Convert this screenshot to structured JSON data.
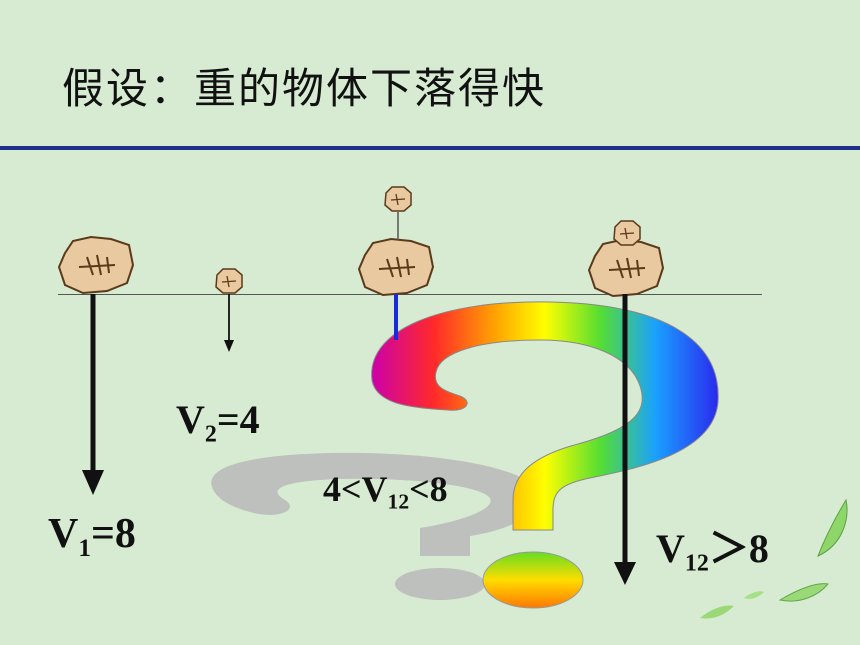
{
  "slide": {
    "title": "假设：重的物体下落得快"
  },
  "labels": {
    "v1": {
      "symbol": "V",
      "sub": "1",
      "rest": "=8"
    },
    "v2": {
      "symbol": "V",
      "sub": "2",
      "rest": "=4"
    },
    "v12_range": {
      "prefix": "4<",
      "symbol": "V",
      "sub": "12",
      "rest": "<8"
    },
    "v12_gt": {
      "symbol": "V",
      "sub": "12",
      "rest": "＞8"
    }
  },
  "colors": {
    "background": "#d6ebd2",
    "title_rule": "#1f2f8a",
    "connector": "#1a2ad8"
  },
  "icons": [
    "stone-fossil-icon",
    "question-mark-icon",
    "leaf-icon"
  ]
}
